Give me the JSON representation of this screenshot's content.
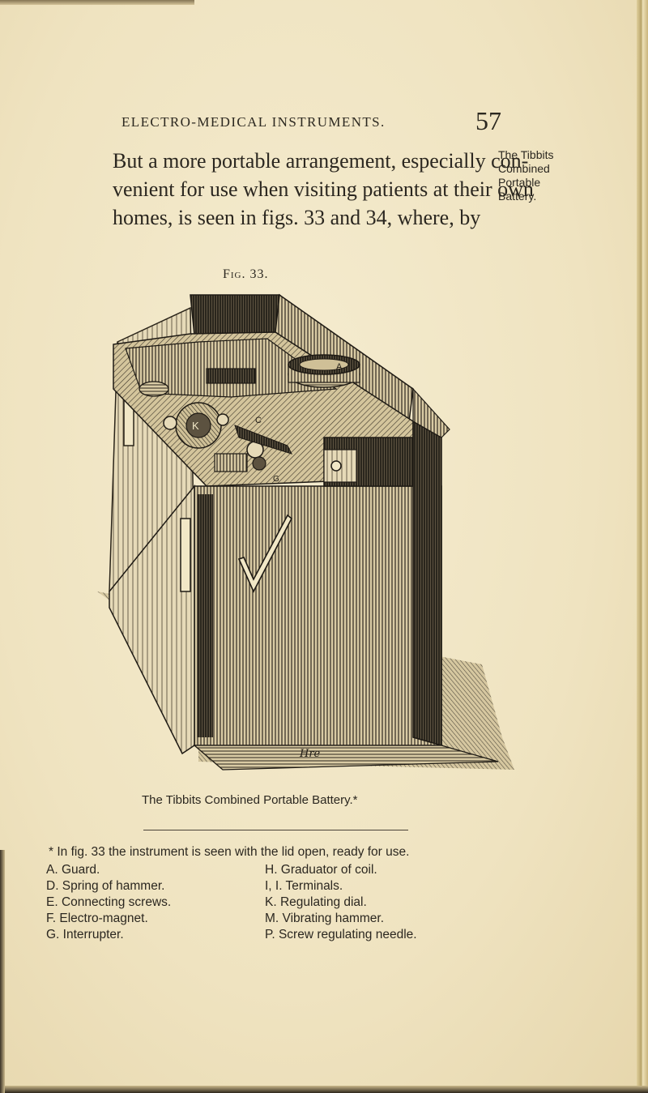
{
  "header": {
    "running_title": "ELECTRO-MEDICAL INSTRUMENTS.",
    "page_number": "57"
  },
  "body": {
    "lines": [
      "But a more portable arrangement, especially con-",
      "venient for use when visiting patients at their own",
      "homes, is seen in figs. 33 and 34, where, by"
    ]
  },
  "side_note": {
    "lines": [
      "The Tibbits",
      "Combined",
      "Portable",
      "Battery."
    ]
  },
  "figure": {
    "label": "Fig. 33.",
    "caption": "The Tibbits Combined Portable Battery.*",
    "engraver_signature": "Hre",
    "part_letters": [
      "A",
      "C",
      "K",
      "G"
    ]
  },
  "footnote": {
    "intro": "* In fig. 33 the instrument is seen with the lid open, ready for use.",
    "left_items": [
      "A. Guard.",
      "D. Spring of hammer.",
      "E. Connecting screws.",
      "F. Electro-magnet.",
      "G. Interrupter."
    ],
    "right_items": [
      "H. Graduator of coil.",
      "I, I. Terminals.",
      "K. Regulating dial.",
      "M. Vibrating hammer.",
      "P. Screw regulating needle."
    ]
  }
}
